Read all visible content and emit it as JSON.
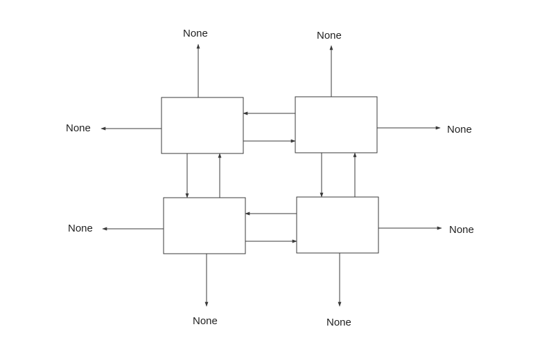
{
  "diagram": {
    "colors": {
      "stroke": "#3a3a3a",
      "box_fill": "#ffffff",
      "text": "#222222",
      "background": "#ffffff"
    },
    "outputs": {
      "top_left": "None",
      "top_right": "None",
      "left_upper": "None",
      "right_upper": "None",
      "left_lower": "None",
      "right_lower": "None",
      "bottom_left": "None",
      "bottom_right": "None"
    }
  }
}
